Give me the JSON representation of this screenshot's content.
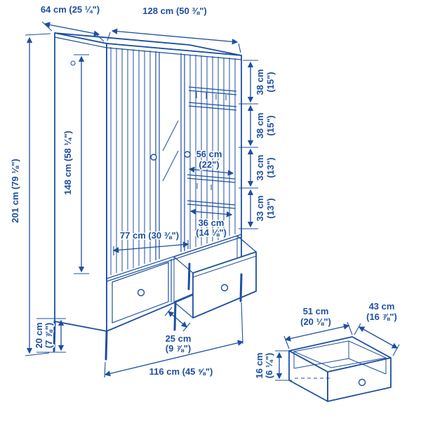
{
  "page": {
    "background": "#ffffff",
    "accent_color": "#1d4fa0"
  },
  "diagram": {
    "kind": "furniture-dimension-diagram",
    "subject": "wardrobe with 3 doors (one mirrored), clothes rails and 2 drawers, plus pull-out drawer detail",
    "labels": {
      "top_depth": "64 cm (25 ¼\")",
      "top_width": "128 cm (50 ⅜\")",
      "total_height": "201 cm (79 ⅛\")",
      "interior_height": "148 cm (58 ¼\")",
      "section_38_cm": "38 cm",
      "section_38_in": "(15\")",
      "section_33_cm": "33 cm",
      "section_33_in": "(13\")",
      "rail_upper_cm": "56 cm",
      "rail_upper_in": "(22\")",
      "rail_lower_cm": "36 cm",
      "rail_lower_in": "(14 ⅛\")",
      "interior_width": "77 cm (30 ⅜\")",
      "leg_height_cm": "20 cm",
      "leg_height_in": "(7 ⅞\")",
      "drawer_extension_cm": "25 cm",
      "drawer_extension_in": "(9 ⅞\")",
      "base_width": "116 cm (45 ⅝\")"
    },
    "drawer_detail": {
      "width_cm": "51 cm",
      "width_in": "(20 ⅛\")",
      "depth_cm": "43 cm",
      "depth_in": "(16 ⅞\")",
      "height_cm": "16 cm",
      "height_in": "(6 ¼\")"
    }
  }
}
